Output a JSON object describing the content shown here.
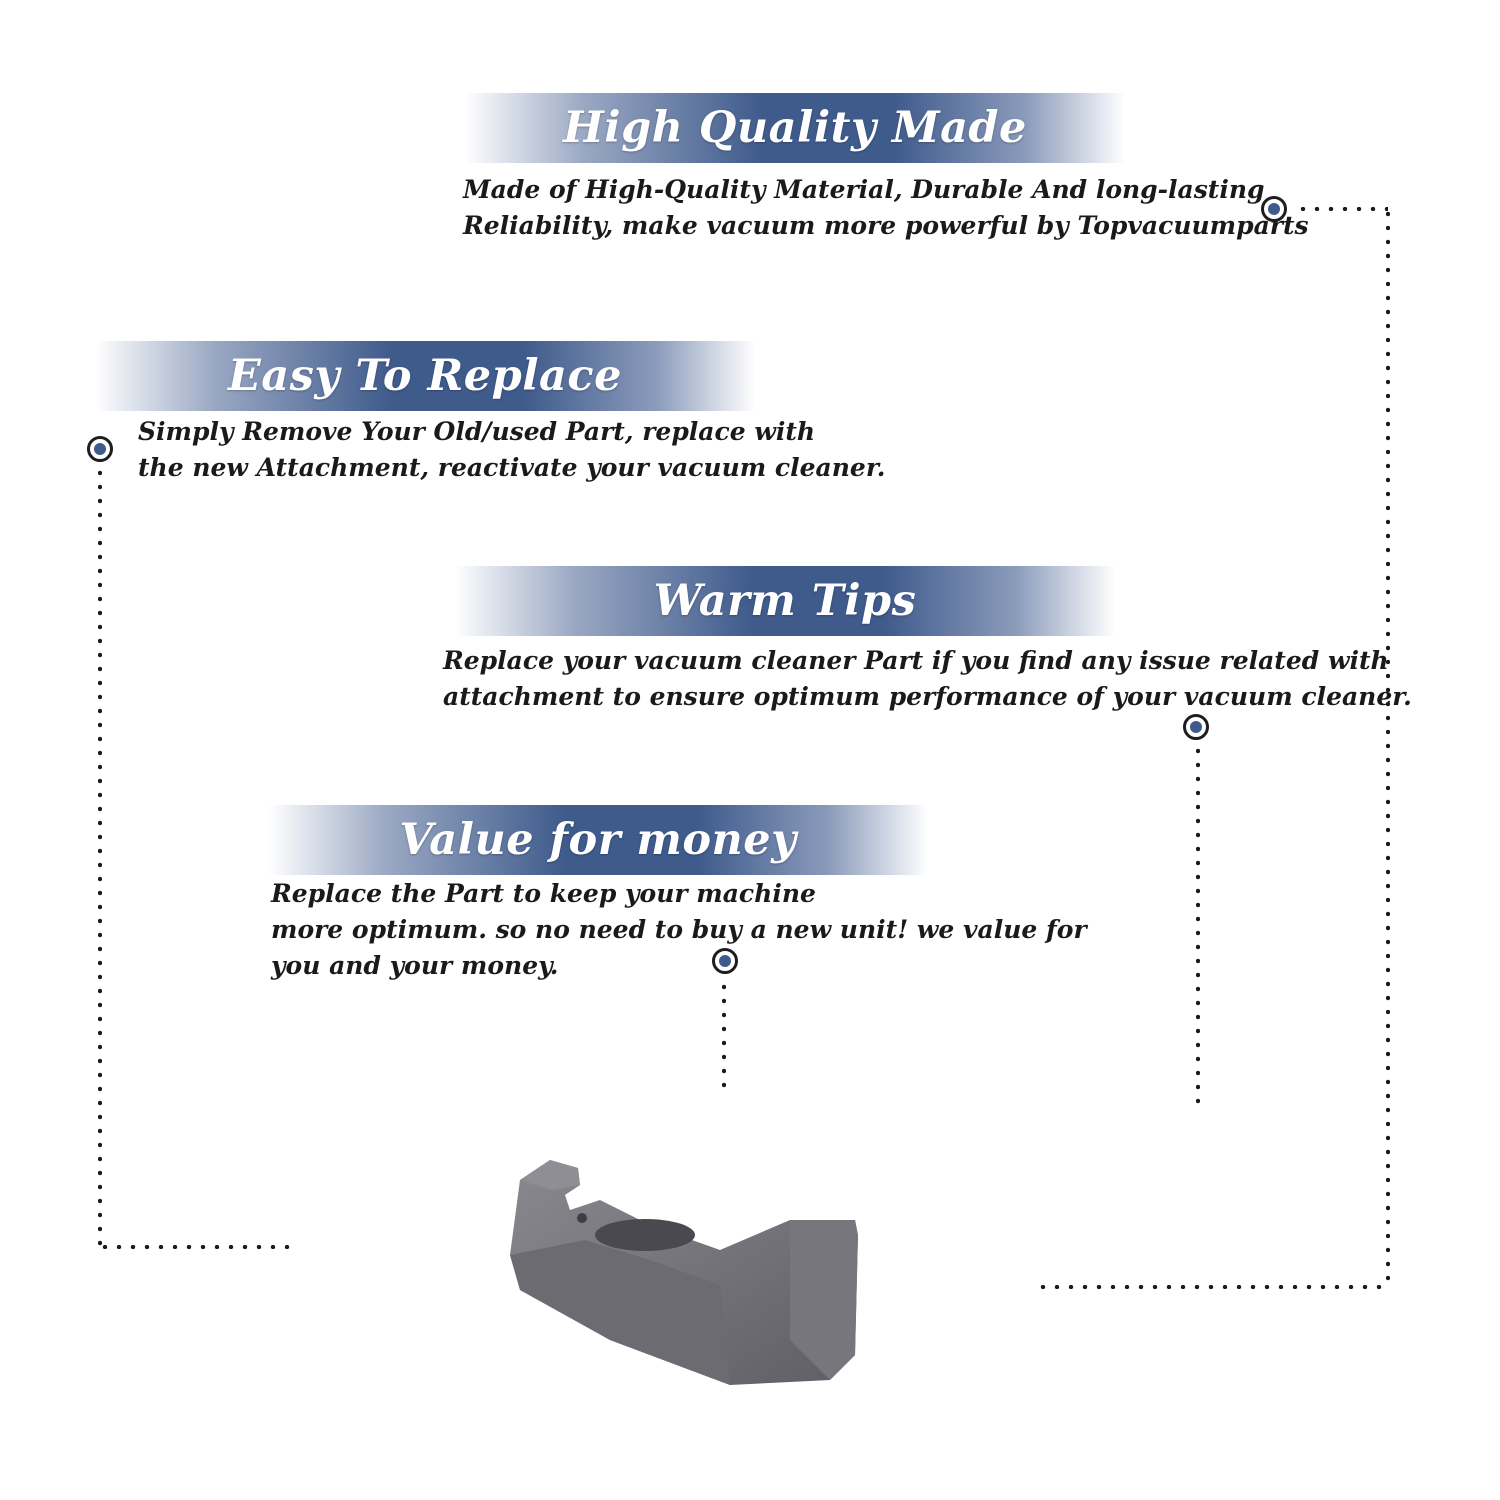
{
  "sections": [
    {
      "title": "High Quality Made",
      "lines": [
        "Made of  High-Quality Material, Durable And long-lasting",
        "Reliability, make vacuum more powerful by Topvacuumparts"
      ]
    },
    {
      "title": "Easy To Replace",
      "lines": [
        "Simply Remove Your Old/used Part, replace with",
        "the new Attachment, reactivate your vacuum cleaner."
      ]
    },
    {
      "title": "Warm Tips",
      "lines": [
        "Replace your vacuum cleaner Part if you find any issue related with",
        " attachment to ensure optimum performance of your vacuum cleaner."
      ]
    },
    {
      "title": "Value for money",
      "lines": [
        "Replace the Part to keep your machine",
        "more optimum. so no need to buy a new unit! we value for",
        "you and your money."
      ]
    }
  ],
  "colors": {
    "banner_accent": "#3f5b8c",
    "product_gray": "#6b6a70"
  },
  "icons": {
    "marker": "bullet-target-icon",
    "product": "vacuum-attachment-image"
  }
}
